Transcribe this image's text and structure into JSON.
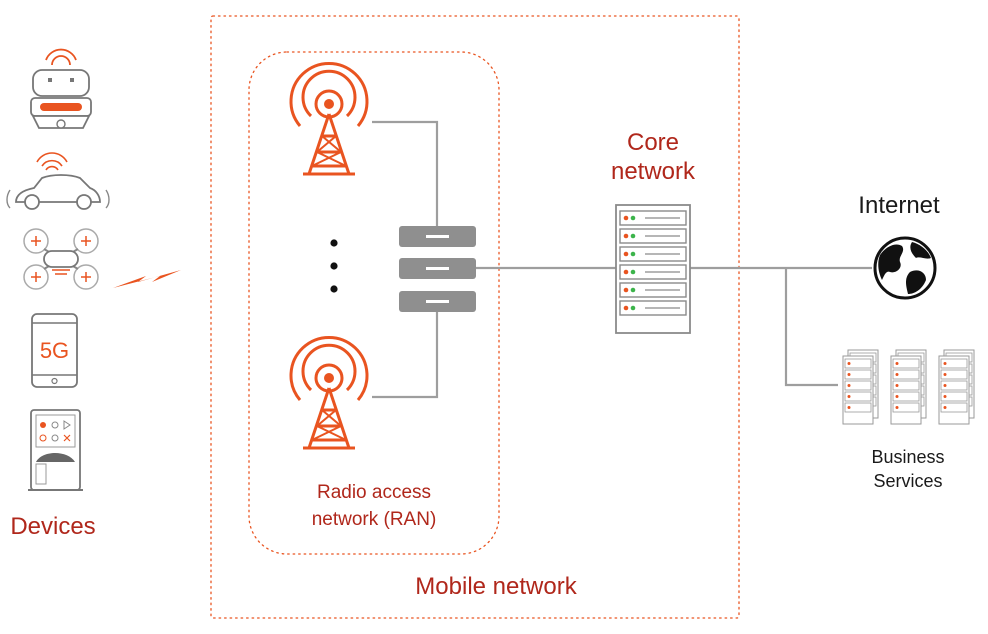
{
  "colors": {
    "accent": "#e95420",
    "label_red": "#b0271b",
    "line_gray": "#9e9e9e",
    "box_gray": "#8f8f8f",
    "text_dark": "#1a1a1a"
  },
  "devices": {
    "label": "Devices",
    "items": [
      {
        "icon": "robot-icon"
      },
      {
        "icon": "connected-car-icon"
      },
      {
        "icon": "drone-icon"
      },
      {
        "icon": "smartphone-icon",
        "text": "5G"
      },
      {
        "icon": "kiosk-icon"
      }
    ],
    "link_icon": "lightning-bolt-icon"
  },
  "mobile_network": {
    "label": "Mobile network",
    "ran": {
      "label_line1": "Radio access",
      "label_line2": "network (RAN)",
      "towers": [
        "radio-tower-icon",
        "radio-tower-icon"
      ],
      "ellipsis": "⋮",
      "aggregation_units": 3
    },
    "core": {
      "label_line1": "Core",
      "label_line2": "network",
      "rack_units": 6
    }
  },
  "internet": {
    "label": "Internet",
    "icon": "globe-icon"
  },
  "business_services": {
    "label_line1": "Business",
    "label_line2": "Services",
    "icon": "server-cluster-icon"
  }
}
